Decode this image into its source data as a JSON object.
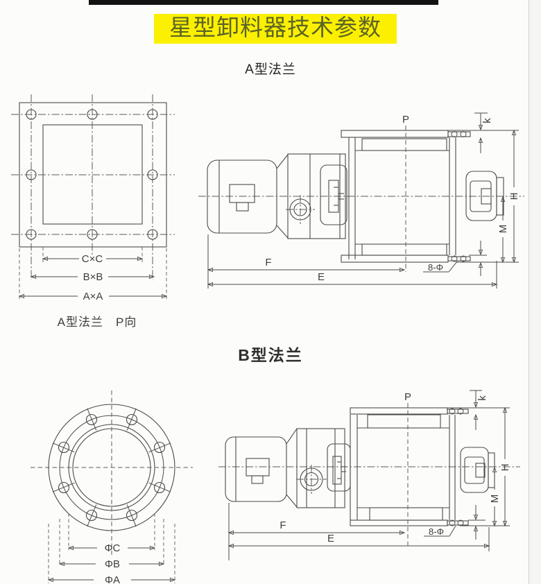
{
  "title": {
    "text": "星型卸料器技术参数"
  },
  "section_a": {
    "heading": "A型法兰",
    "caption": "A型法兰　P向",
    "flange_dims": {
      "inner": "C×C",
      "bolt": "B×B",
      "outer": "A×A"
    },
    "dims": {
      "p": "P",
      "k": "k",
      "h": "H",
      "m": "M",
      "f": "F",
      "e": "E",
      "bolt_holes": "8-Φ"
    }
  },
  "section_b": {
    "heading": "B型法兰",
    "flange_dims": {
      "inner": "ΦC",
      "bolt": "ΦB",
      "outer": "ΦA"
    },
    "dims": {
      "p": "P",
      "k": "k",
      "h": "H",
      "m": "M",
      "f": "F",
      "e": "E",
      "bolt_holes": "8-Φ"
    }
  },
  "colors": {
    "highlight": "#fbf000",
    "title_text": "#5c6326",
    "line": "#4a4a4a",
    "top_bar": "#121212",
    "paper": "#fcfcfa"
  }
}
